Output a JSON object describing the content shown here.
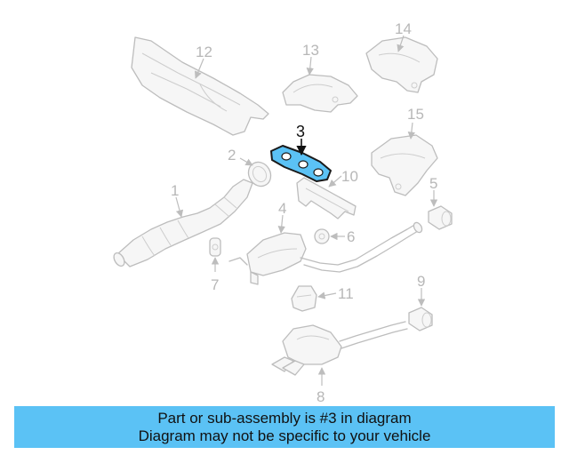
{
  "diagram": {
    "highlight_color": "#5bc2f5",
    "highlighted_part": "3",
    "callouts": [
      {
        "id": "1",
        "label": "1"
      },
      {
        "id": "2",
        "label": "2"
      },
      {
        "id": "3",
        "label": "3"
      },
      {
        "id": "4",
        "label": "4"
      },
      {
        "id": "5",
        "label": "5"
      },
      {
        "id": "6",
        "label": "6"
      },
      {
        "id": "7",
        "label": "7"
      },
      {
        "id": "8",
        "label": "8"
      },
      {
        "id": "9",
        "label": "9"
      },
      {
        "id": "10",
        "label": "10"
      },
      {
        "id": "11",
        "label": "11"
      },
      {
        "id": "12",
        "label": "12"
      },
      {
        "id": "13",
        "label": "13"
      },
      {
        "id": "14",
        "label": "14"
      },
      {
        "id": "15",
        "label": "15"
      }
    ]
  },
  "banner": {
    "line1": "Part or sub-assembly is #3 in diagram",
    "line2": "Diagram may not be specific to your vehicle",
    "background": "#5bc2f5"
  }
}
